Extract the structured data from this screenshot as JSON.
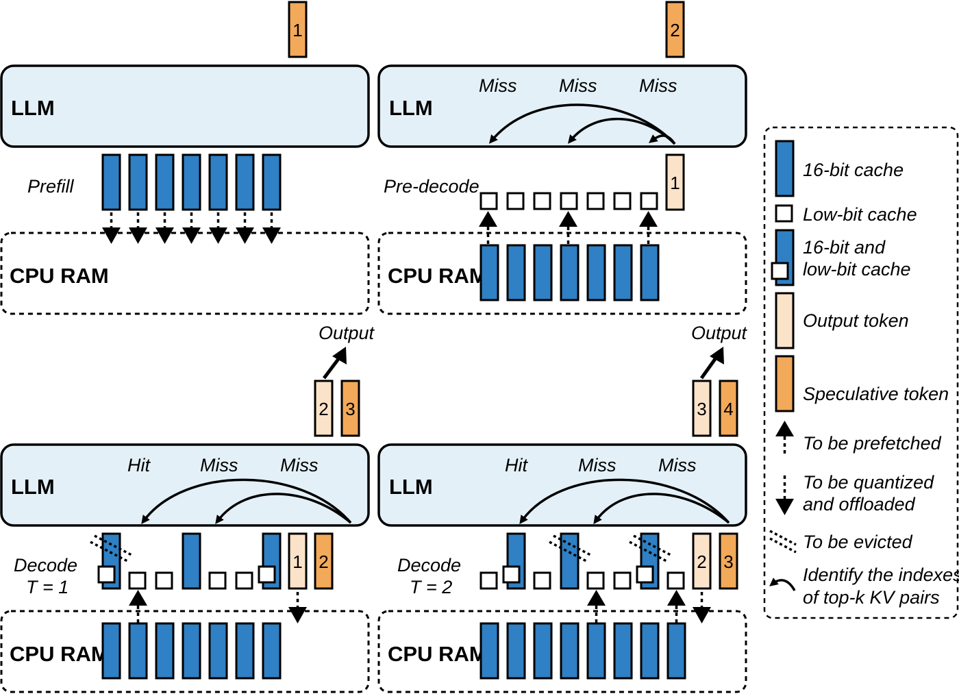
{
  "panels": {
    "prefill": {
      "llm_label": "LLM",
      "ram_label": "CPU RAM",
      "phase_label": "Prefill",
      "spec_token": "1"
    },
    "predecode": {
      "llm_label": "LLM",
      "ram_label": "CPU RAM",
      "phase_label": "Pre-decode",
      "spec_token": "2",
      "out_token": "1",
      "lookups": [
        "Miss",
        "Miss",
        "Miss"
      ]
    },
    "decode1": {
      "llm_label": "LLM",
      "ram_label": "CPU RAM",
      "phase_label_1": "Decode",
      "phase_label_2": "T = 1",
      "output_label": "Output",
      "lookups": [
        "Hit",
        "Miss",
        "Miss"
      ],
      "top_tokens": [
        "2",
        "3"
      ],
      "row_tokens": [
        "1",
        "2"
      ]
    },
    "decode2": {
      "llm_label": "LLM",
      "ram_label": "CPU RAM",
      "phase_label_1": "Decode",
      "phase_label_2": "T = 2",
      "output_label": "Output",
      "lookups": [
        "Hit",
        "Miss",
        "Miss"
      ],
      "top_tokens": [
        "3",
        "4"
      ],
      "row_tokens": [
        "2",
        "3"
      ]
    }
  },
  "legend": {
    "c16": "16-bit cache",
    "low": "Low-bit cache",
    "both_1": "16-bit and",
    "both_2": "low-bit cache",
    "out": "Output token",
    "spec": "Speculative token",
    "prefetch": "To be prefetched",
    "quant_1": "To be quantized",
    "quant_2": "and offloaded",
    "evict": "To be evicted",
    "identify_1": "Identify the indexes",
    "identify_2": "of top-k KV pairs"
  },
  "colors": {
    "cache_16bit": "#2f80c4",
    "output_token": "#fbe3c9",
    "speculative_token": "#f2a95a",
    "llm_fill": "#e4f0f8"
  }
}
